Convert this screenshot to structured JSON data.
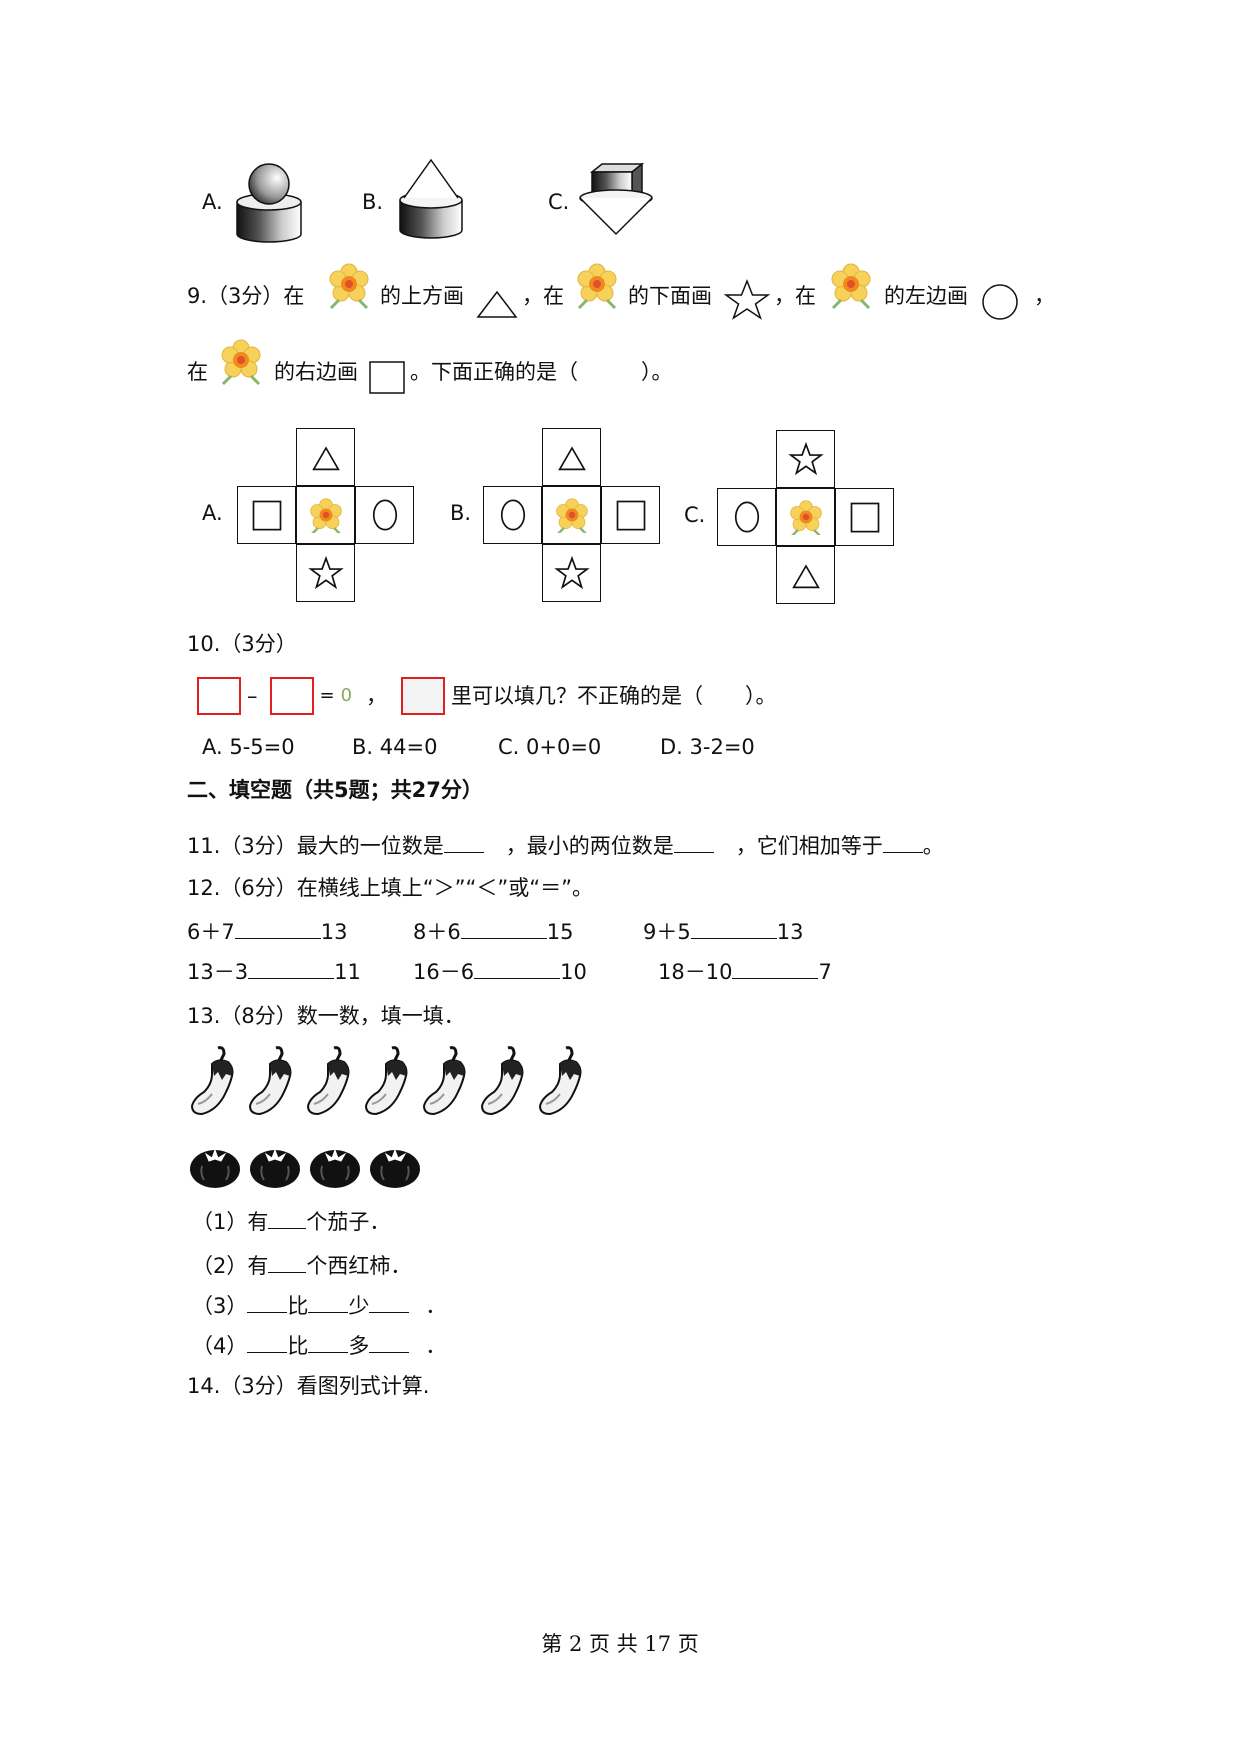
{
  "q8": {
    "options": [
      {
        "label": "A.",
        "shape": "ball-on-cylinder"
      },
      {
        "label": "B.",
        "shape": "cone-on-cylinder"
      },
      {
        "label": "C.",
        "shape": "cube-on-cone"
      }
    ]
  },
  "q9": {
    "line1": {
      "prefix": "9.（3分）在",
      "p1": "的上方画",
      "p2": "，在",
      "p3": "的下面画",
      "p4": "，在",
      "p5": "的左边画",
      "p6": "，"
    },
    "line2": {
      "prefix": "在",
      "p1": "的右边画",
      "p2": "。下面正确的是（　　　）。"
    },
    "options": [
      {
        "label": "A.",
        "top": "triangle",
        "left": "square",
        "right": "circle",
        "bottom": "star"
      },
      {
        "label": "B.",
        "top": "triangle",
        "left": "circle",
        "right": "square",
        "bottom": "star"
      },
      {
        "label": "C.",
        "top": "star",
        "left": "circle",
        "right": "square",
        "bottom": "triangle"
      }
    ]
  },
  "q10": {
    "title": "10.（3分）",
    "minus": "–",
    "equals": "=",
    "zero": "0",
    "comma": "，",
    "question": "里可以填几？不正确的是（　　）。",
    "options": [
      "A. 5-5=0",
      "B. 44=0",
      "C. 0+0=0",
      "D. 3-2=0"
    ]
  },
  "section2": {
    "title": "二、填空题（共5题；共27分）"
  },
  "q11": {
    "a": "11.（3分）最大的一位数是",
    "b": "，最小的两位数是",
    "c": "，它们相加等于",
    "d": "。"
  },
  "q12": {
    "title": "12.（6分）在横线上填上“＞”“＜”或“＝”。",
    "row1": [
      {
        "left": "6＋7",
        "right": "13"
      },
      {
        "left": "8＋6",
        "right": "15"
      },
      {
        "left": "9＋5",
        "right": "13"
      }
    ],
    "row2": [
      {
        "left": "13－3",
        "right": "11"
      },
      {
        "left": "16－6",
        "right": "10"
      },
      {
        "left": "18－10",
        "right": "7"
      }
    ]
  },
  "q13": {
    "title": "13.（8分）数一数，填一填．",
    "eggplants": 7,
    "tomatoes": 4,
    "s1": {
      "a": "（1）有",
      "b": "个茄子．"
    },
    "s2": {
      "a": "（2）有",
      "b": "个西红柿．"
    },
    "s3": {
      "a": "（3）",
      "b": "比",
      "c": "少",
      "d": "．"
    },
    "s4": {
      "a": "（4）",
      "b": "比",
      "c": "多",
      "d": "．"
    }
  },
  "q14": {
    "title": "14.（3分）看图列式计算."
  },
  "footer": {
    "text": "第 2 页 共 17 页"
  }
}
